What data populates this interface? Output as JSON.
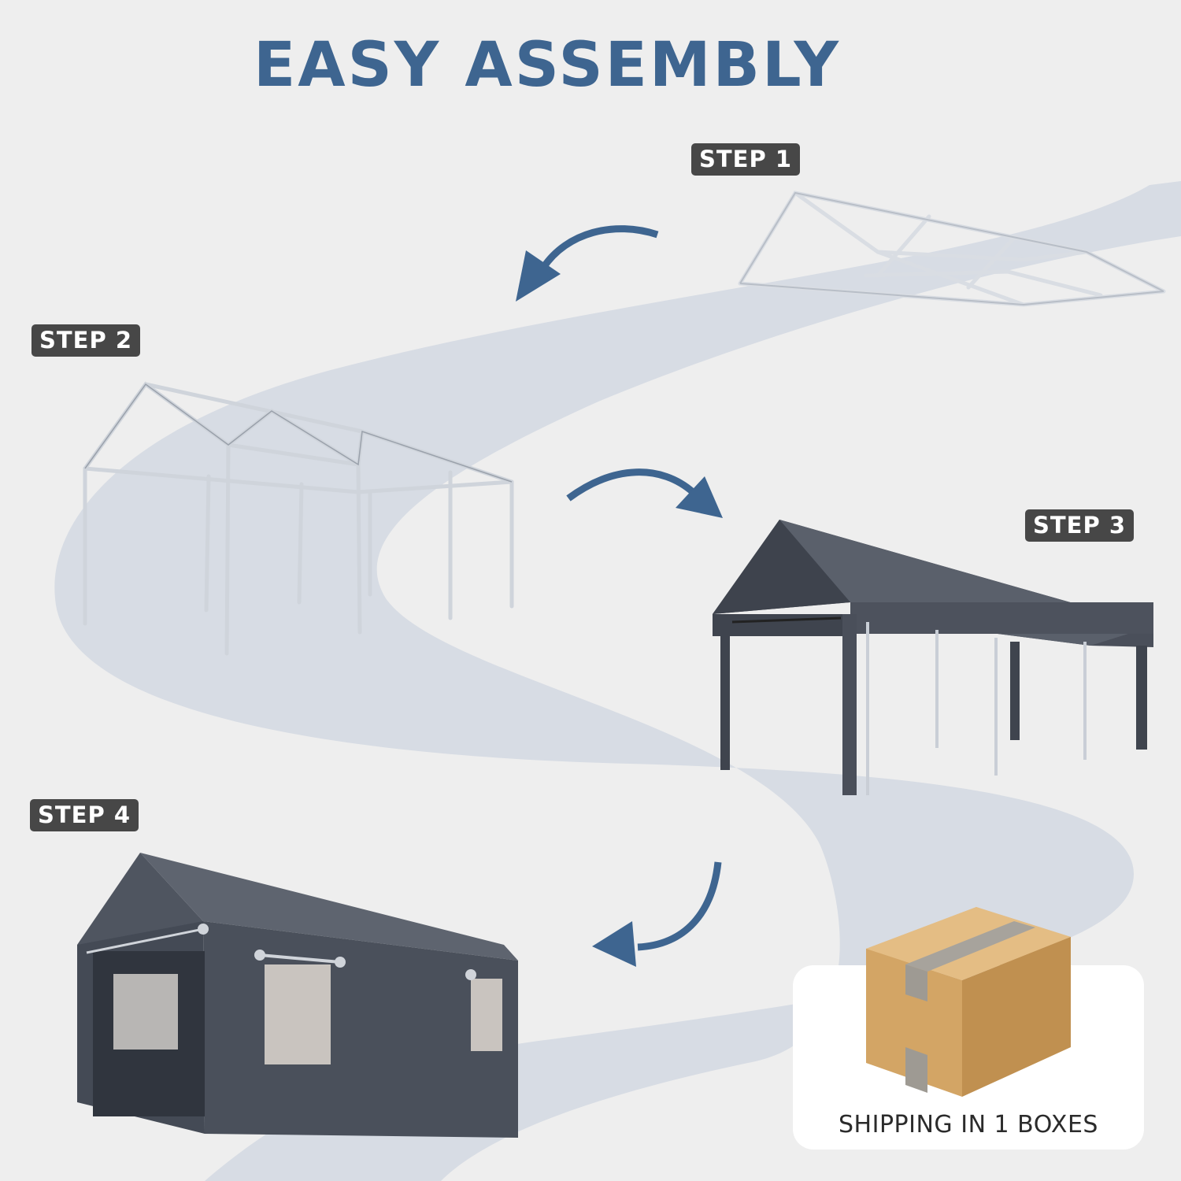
{
  "title": "EASY ASSEMBLY",
  "steps": [
    {
      "label": "STEP 1"
    },
    {
      "label": "STEP 2"
    },
    {
      "label": "STEP 3"
    },
    {
      "label": "STEP 4"
    }
  ],
  "shipping": {
    "label": "SHIPPING IN 1 BOXES"
  },
  "colors": {
    "background": "#eeeeee",
    "path": "#d7dce4",
    "accent": "#3e6590",
    "badge": "#474747",
    "canopy": "#4a4f5a",
    "box": "#d8a866"
  },
  "icons": [
    "frame-icon",
    "curved-arrow-icon",
    "canopy-icon",
    "carport-icon",
    "cardboard-box-icon"
  ]
}
